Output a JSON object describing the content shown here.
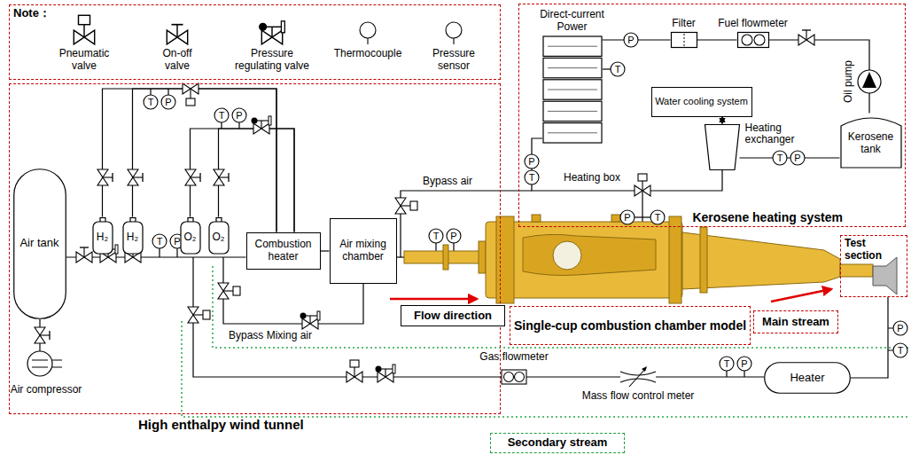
{
  "diagram": {
    "nodes": [
      {
        "text": [
          "Note："
        ]
      },
      {
        "text": [
          "Kerosene heating system"
        ]
      },
      {
        "text": [
          "Direct-current Power"
        ],
        "in": 1
      },
      {
        "text": [
          "Filter"
        ],
        "in": 1
      },
      {
        "text": [
          "Fuel flowmeter"
        ],
        "in": 1
      },
      {
        "text": [
          "Kerosene tank"
        ],
        "in": 1
      },
      {
        "text": [
          "Water cooling system"
        ],
        "in": 1
      },
      {
        "text": [
          "Heating exchanger"
        ],
        "in": 1
      },
      {
        "text": [
          "High enthalpy wind tunnel"
        ]
      },
      {
        "text": [
          "H₂"
        ],
        "in": 8
      },
      {
        "text": [
          "H₂"
        ],
        "in": 8
      },
      {
        "text": [
          "O₂"
        ],
        "in": 8
      },
      {
        "text": [
          "O₂"
        ],
        "in": 8
      },
      {
        "text": [
          "Air tank"
        ],
        "in": 8
      },
      {
        "text": [
          "Combustion heater"
        ],
        "in": 8
      },
      {
        "text": [
          "Air mixing chamber"
        ],
        "in": 8
      },
      {
        "text": [
          "Flow direction"
        ]
      },
      {
        "text": [
          "Single-cup combustion chamber model"
        ]
      },
      {
        "text": [
          "Main stream"
        ]
      },
      {
        "text": [
          "Test section"
        ]
      },
      {
        "text": [
          "Heater"
        ]
      },
      {
        "text": [
          "Secondary stream"
        ]
      }
    ],
    "edges": [
      {
        "from": 13,
        "to": 14,
        "arrow": "none"
      },
      {
        "from": 14,
        "to": 15,
        "arrow": "none"
      },
      {
        "from": 9,
        "to": 14,
        "arrow": "none"
      },
      {
        "from": 10,
        "to": 14,
        "arrow": "none"
      },
      {
        "from": 11,
        "to": 14,
        "arrow": "none"
      },
      {
        "from": 12,
        "to": 14,
        "arrow": "none"
      },
      {
        "from": 5,
        "to": 4,
        "arrow": "none"
      },
      {
        "from": 4,
        "to": 3,
        "arrow": "none"
      },
      {
        "from": 3,
        "to": 2,
        "arrow": "none"
      },
      {
        "from": 6,
        "to": 7,
        "arrow": "both"
      },
      {
        "from": 20,
        "to": 19,
        "arrow": "none"
      },
      {
        "from": 7,
        "to": 5,
        "arrow": "none"
      }
    ],
    "labels": [
      "T",
      "P",
      "T",
      "P",
      "T",
      "P",
      "T",
      "P",
      "T",
      "P",
      "P",
      "T",
      "P",
      "T",
      "T",
      "P",
      "P",
      "T",
      "T",
      "P",
      "T",
      "P",
      "Bypass air",
      "Bypass Mixing air",
      "Heating box",
      "Oil pump",
      "Air compressor",
      "Gas flowmeter",
      "Mass flow control meter"
    ],
    "legend": [
      {
        "text": "Pneumatic valve"
      },
      {
        "text": "On-off valve"
      },
      {
        "text": "Pressure regulating valve"
      },
      {
        "text": "Thermocouple"
      },
      {
        "text": "Pressure sensor"
      }
    ]
  }
}
